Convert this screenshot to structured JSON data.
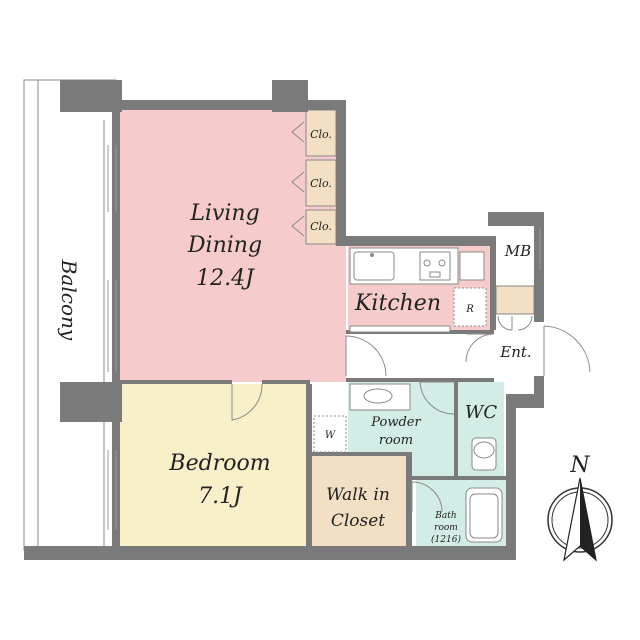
{
  "rooms": {
    "living": {
      "line1": "Living",
      "line2": "Dining",
      "size": "12.4J"
    },
    "bedroom": {
      "line1": "Bedroom",
      "size": "7.1J"
    },
    "kitchen": {
      "label": "Kitchen",
      "fridge": "R"
    },
    "powder": {
      "line1": "Powder",
      "line2": "room",
      "washer": "W"
    },
    "wc": {
      "label": "WC"
    },
    "walkin": {
      "line1": "Walk in",
      "line2": "Closet"
    },
    "bath": {
      "line1": "Bath",
      "line2": "room",
      "size": "(1216)"
    },
    "entrance": {
      "label": "Ent."
    },
    "mb": {
      "label": "MB"
    },
    "balcony": {
      "label": "Balcony"
    },
    "closets": [
      "Clo.",
      "Clo.",
      "Clo."
    ]
  },
  "compass": {
    "label": "N"
  },
  "colors": {
    "living": "#f5cccb",
    "bedroom": "#f7f0c8",
    "wet": "#d2ece6",
    "closet": "#f3dfc3",
    "wall": "#7a7a7a"
  }
}
